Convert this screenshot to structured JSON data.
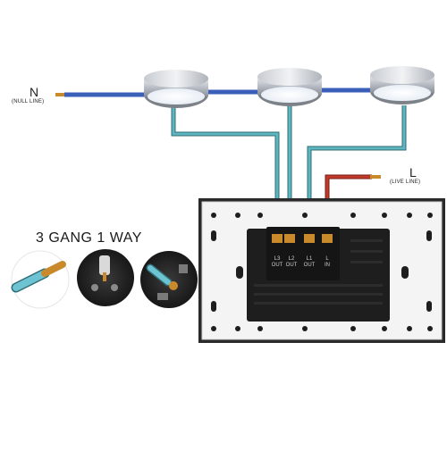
{
  "neutral": {
    "letter": "N",
    "desc": "(NULL LINE)"
  },
  "live": {
    "letter": "L",
    "desc": "(LIVE LINE)"
  },
  "title": "3 GANG 1 WAY",
  "terminals": [
    {
      "name": "L3",
      "dir": "OUT"
    },
    {
      "name": "L2",
      "dir": "OUT"
    },
    {
      "name": "L1",
      "dir": "OUT"
    },
    {
      "name": "L",
      "dir": "IN"
    }
  ],
  "colors": {
    "neutral_wire": "#3a5fb8",
    "switched_wire": "#5fb5c0",
    "live_wire": "#c0392b",
    "copper": "#c98a2c",
    "switch_back": "#1e1e1e",
    "plate": "#f4f4f4"
  },
  "icons": [
    "ceiling-lamp-icon",
    "wire-strip-icon",
    "screwdriver-icon",
    "terminal-insert-icon"
  ]
}
